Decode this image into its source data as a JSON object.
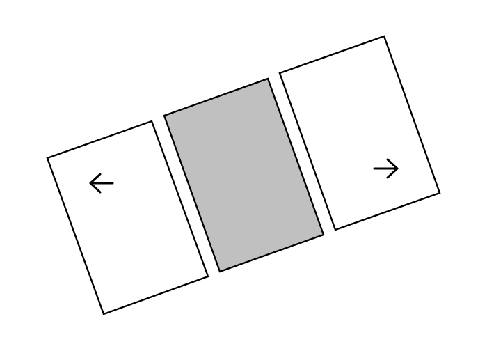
{
  "colors": {
    "background": "#ffffff",
    "outline": "#000000",
    "panel_fill": "#ffffff",
    "highlight_fill": "#c0c0c0"
  },
  "panels": [
    {
      "id": "left",
      "highlighted": false,
      "icon": "arrow-left-icon"
    },
    {
      "id": "center",
      "highlighted": true,
      "icon": null
    },
    {
      "id": "right",
      "highlighted": false,
      "icon": "arrow-right-icon"
    }
  ]
}
